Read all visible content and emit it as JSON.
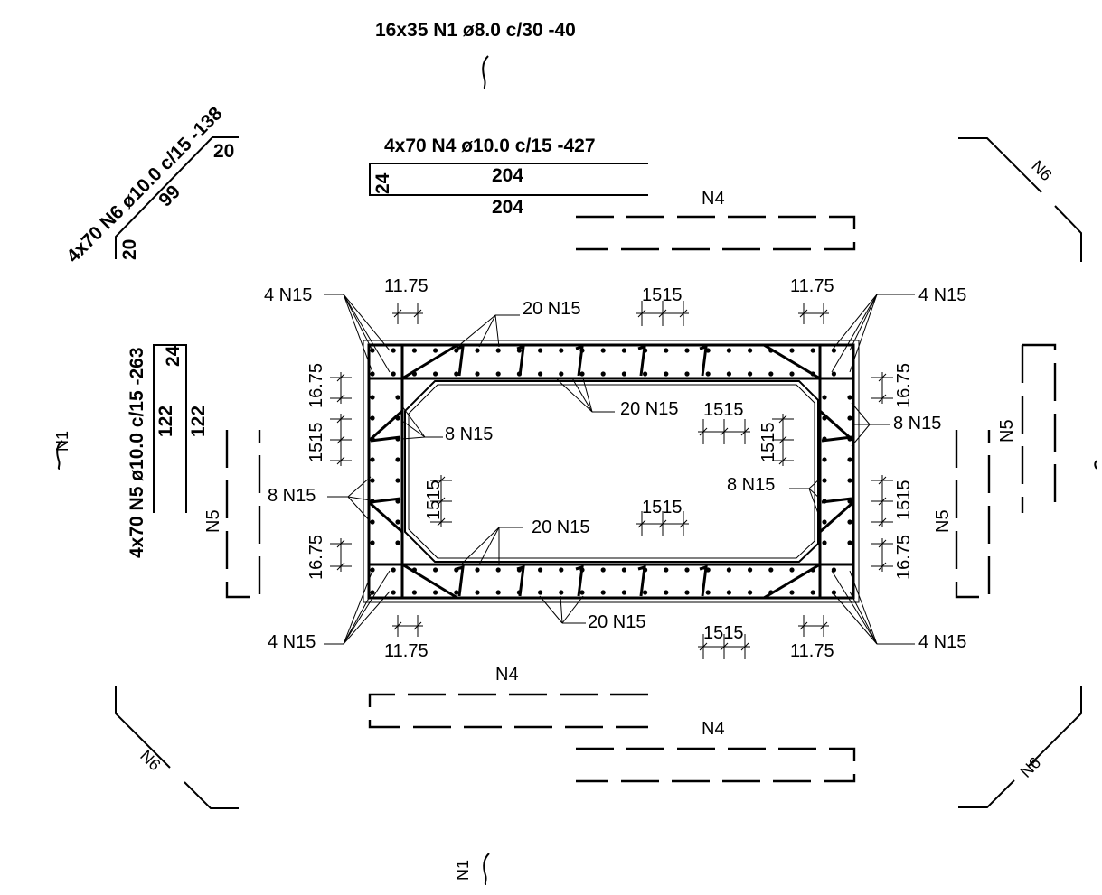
{
  "bars": {
    "n1": {
      "spec": "16x35 N1 ø8.0 c/30 -40",
      "mark": "N1"
    },
    "n4": {
      "spec": "4x70 N4 ø10.0 c/15 -427",
      "leg": "24",
      "len_top": "204",
      "len_bottom": "204",
      "mark": "N4"
    },
    "n5": {
      "spec": "4x70 N5 ø10.0 c/15 -263",
      "leg": "24",
      "len_a": "122",
      "len_b": "122",
      "mark": "N5"
    },
    "n6": {
      "spec": "4x70 N6 ø10.0 c/15 -138",
      "leg_a": "20",
      "leg_b": "20",
      "len": "99",
      "mark": "N6"
    }
  },
  "callouts": {
    "c4": "4 N15",
    "c8": "8 N15",
    "c20": "20 N15"
  },
  "dims": {
    "d1175": "11.75",
    "d1515": "1515",
    "d1675": "16.75"
  }
}
